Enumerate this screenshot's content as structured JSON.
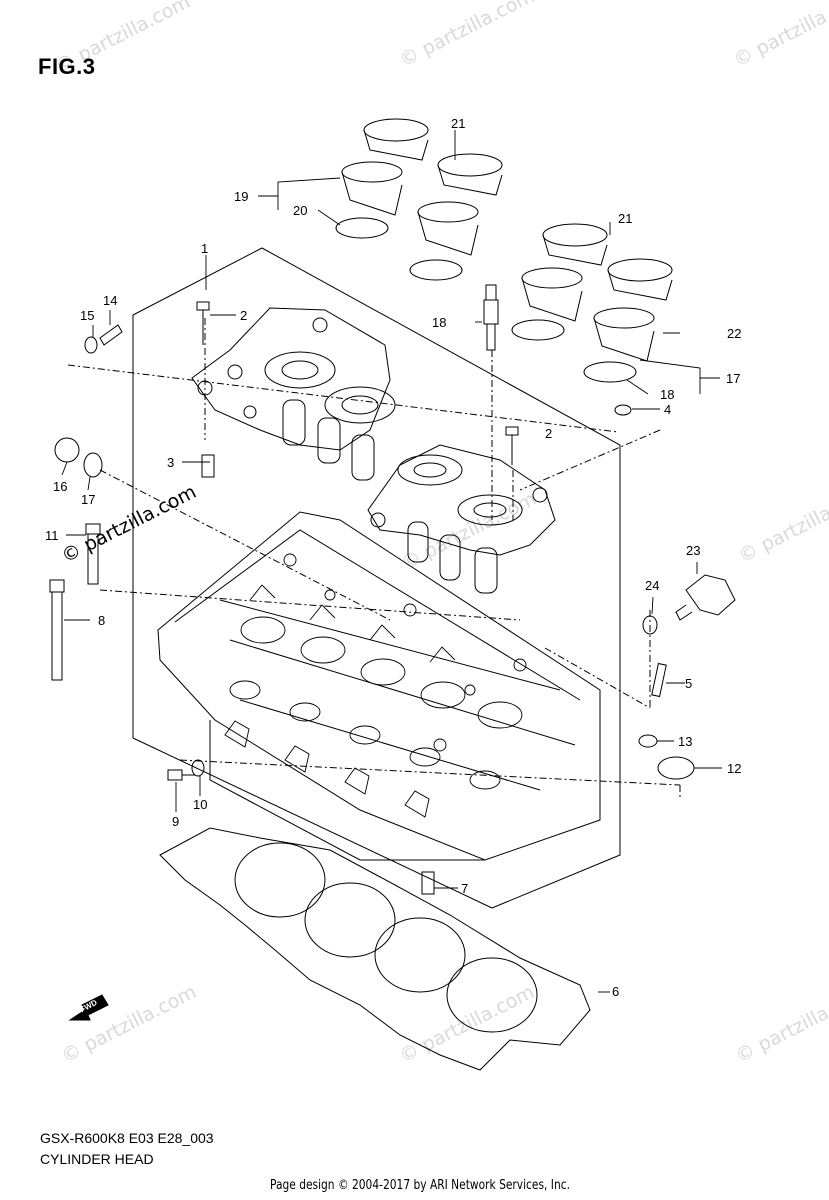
{
  "figure": {
    "title": "FIG.3"
  },
  "watermark": {
    "text": "© partzilla.com"
  },
  "callouts": [
    "1",
    "2",
    "2",
    "3",
    "4",
    "5",
    "6",
    "7",
    "8",
    "9",
    "10",
    "11",
    "12",
    "13",
    "14",
    "15",
    "16",
    "17",
    "17",
    "18",
    "18",
    "19",
    "20",
    "21",
    "21",
    "22",
    "23",
    "24"
  ],
  "footer": {
    "model_code": "GSX-R600K8 E03 E28_003",
    "section_name": "CYLINDER HEAD",
    "page_design": "Page design © 2004-2017 by ARI Network Services, Inc."
  },
  "fwd_label": "FWD"
}
